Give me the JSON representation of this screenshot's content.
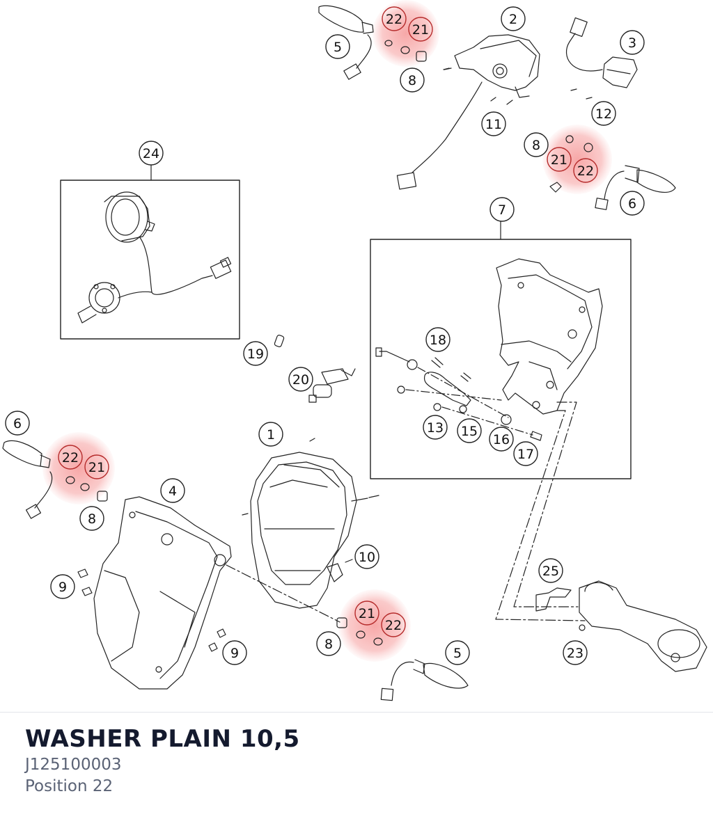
{
  "diagram": {
    "callouts": [
      "1",
      "2",
      "3",
      "4",
      "5",
      "5",
      "6",
      "6",
      "7",
      "8",
      "8",
      "8",
      "8",
      "9",
      "9",
      "10",
      "11",
      "12",
      "13",
      "15",
      "16",
      "17",
      "18",
      "19",
      "20",
      "21",
      "21",
      "21",
      "21",
      "22",
      "22",
      "22",
      "22",
      "23",
      "24",
      "25"
    ],
    "highlight_color": "#f28b8b",
    "stroke_color": "#222222"
  },
  "part": {
    "name": "WASHER PLAIN 10,5",
    "number": "J125100003",
    "position_label": "Position 22"
  }
}
